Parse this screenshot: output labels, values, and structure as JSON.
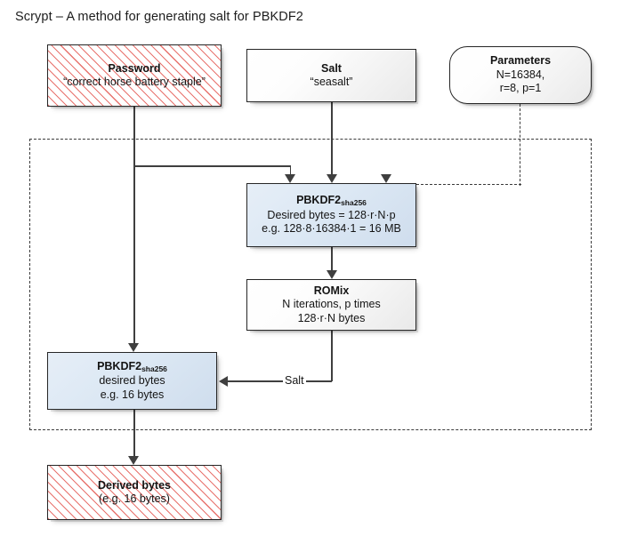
{
  "title": "Scrypt – A method for generating salt for PBKDF2",
  "nodes": {
    "password": {
      "name": "Password",
      "heading": "Password",
      "line2": "“correct horse battery staple”",
      "style": "hatched-red"
    },
    "salt": {
      "name": "Salt",
      "heading": "Salt",
      "line2": "“seasalt”",
      "style": "grey-gradient"
    },
    "parameters": {
      "name": "Parameters",
      "heading": "Parameters",
      "line2": "N=16384,",
      "line3": "r=8, p=1",
      "style": "grey-gradient-rounded"
    },
    "pbkdf2_first": {
      "name": "PBKDF2 sha256 (first)",
      "heading_main": "PBKDF2",
      "heading_sub": "sha256",
      "line2": "Desired bytes = 128·r·N·p",
      "line3": "e.g. 128·8·16384·1 = 16 MB",
      "style": "blue"
    },
    "romix": {
      "name": "ROMix",
      "heading": "ROMix",
      "line2": "N iterations, p times",
      "line3": "128·r·N bytes",
      "style": "grey-gradient"
    },
    "pbkdf2_second": {
      "name": "PBKDF2 sha256 (second)",
      "heading_main": "PBKDF2",
      "heading_sub": "sha256",
      "line2": "desired bytes",
      "line3": "e.g. 16 bytes",
      "style": "blue"
    },
    "derived": {
      "name": "Derived bytes",
      "heading": "Derived bytes",
      "line2": "(e.g. 16 bytes)",
      "style": "hatched-red"
    }
  },
  "edges": {
    "salt_feedback_label": "Salt"
  },
  "colors": {
    "hatch_red": "#e8736e",
    "blue_fill": "#dce8f4",
    "line_dark": "#3f3f3f",
    "dashed_border": "#3a3a3a"
  }
}
